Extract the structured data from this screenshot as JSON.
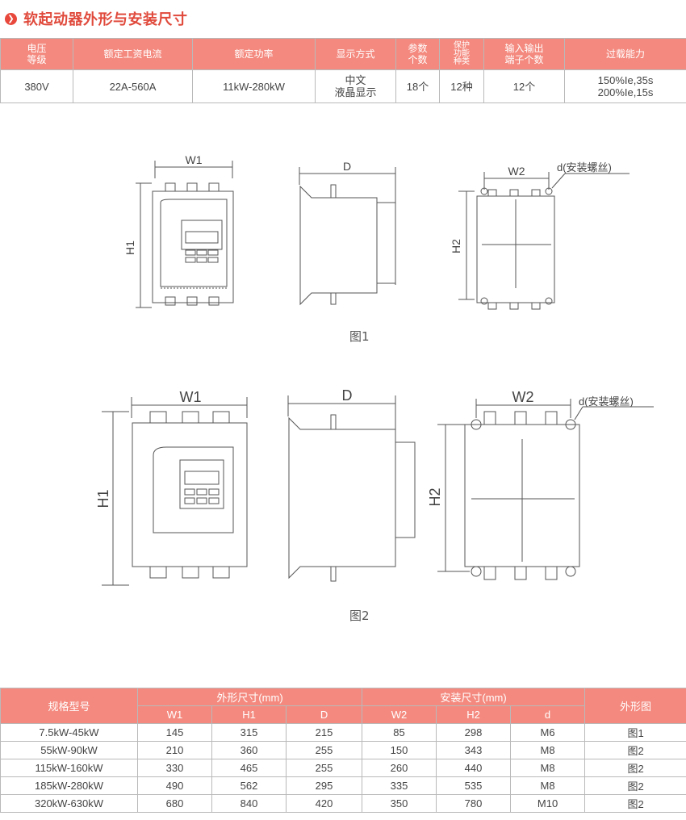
{
  "heading": {
    "title": "软起动器外形与安装尺寸",
    "icon": "chevron-right-icon"
  },
  "colors": {
    "accent": "#e04a3c",
    "header_bg": "#f48a7f"
  },
  "spec_table": {
    "headers": [
      "电压\n等级",
      "额定工资电流",
      "额定功率",
      "显示方式",
      "参数\n个数",
      "保护\n功能\n种类",
      "输入输出\n端子个数",
      "过载能力"
    ],
    "row": [
      "380V",
      "22A-560A",
      "11kW-280kW",
      "中文\n液晶显示",
      "18个",
      "12种",
      "12个",
      "150%Ie,35s\n200%Ie,15s"
    ]
  },
  "figure1": {
    "caption": "图1",
    "labels": {
      "w1": "W1",
      "h1": "H1",
      "d": "D",
      "w2": "W2",
      "h2": "H2",
      "screw": "d(安装螺丝)"
    }
  },
  "figure2": {
    "caption": "图2",
    "labels": {
      "w1": "W1",
      "h1": "H1",
      "d": "D",
      "w2": "W2",
      "h2": "H2",
      "screw": "d(安装螺丝)"
    }
  },
  "dim_table": {
    "col_model": "规格型号",
    "group_outer": "外形尺寸(mm)",
    "group_install": "安装尺寸(mm)",
    "col_fig": "外形图",
    "sub_headers": [
      "W1",
      "H1",
      "D",
      "W2",
      "H2",
      "d"
    ],
    "rows": [
      {
        "model": "7.5kW-45kW",
        "w1": "145",
        "h1": "315",
        "d": "215",
        "w2": "85",
        "h2": "298",
        "screw": "M6",
        "fig": "图1"
      },
      {
        "model": "55kW-90kW",
        "w1": "210",
        "h1": "360",
        "d": "255",
        "w2": "150",
        "h2": "343",
        "screw": "M8",
        "fig": "图2"
      },
      {
        "model": "115kW-160kW",
        "w1": "330",
        "h1": "465",
        "d": "255",
        "w2": "260",
        "h2": "440",
        "screw": "M8",
        "fig": "图2"
      },
      {
        "model": "185kW-280kW",
        "w1": "490",
        "h1": "562",
        "d": "295",
        "w2": "335",
        "h2": "535",
        "screw": "M8",
        "fig": "图2"
      },
      {
        "model": "320kW-630kW",
        "w1": "680",
        "h1": "840",
        "d": "420",
        "w2": "350",
        "h2": "780",
        "screw": "M10",
        "fig": "图2"
      }
    ]
  }
}
